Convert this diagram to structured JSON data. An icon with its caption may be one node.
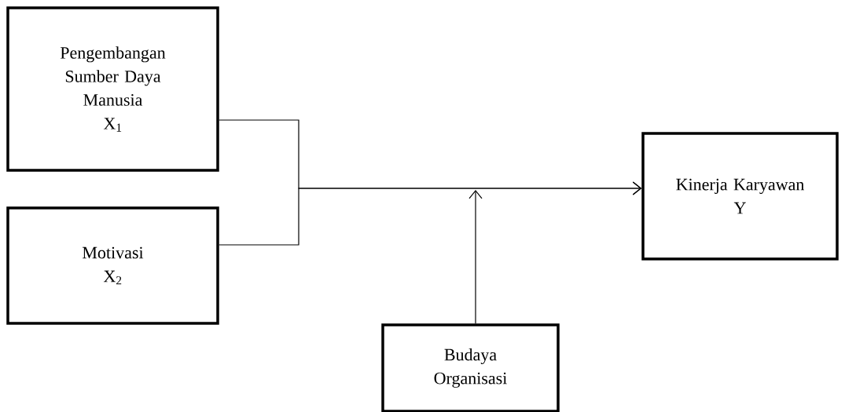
{
  "diagram": {
    "nodes": [
      {
        "text": [
          "Pengembangan Sumber Daya Manusia",
          "X$_{1}$"
        ]
      },
      {
        "text": [
          "Motivasi",
          "X$_{2}$"
        ]
      },
      {
        "text": [
          "Kinerja Karyawan",
          "Y"
        ]
      },
      {
        "text": [
          "Budaya Organisasi"
        ]
      }
    ],
    "edges": [
      {
        "from": 0,
        "to": 2,
        "arrow": "to"
      },
      {
        "from": 1,
        "to": 2,
        "arrow": "to"
      },
      {
        "from": 3,
        "to": null,
        "arrow": "to"
      }
    ]
  }
}
